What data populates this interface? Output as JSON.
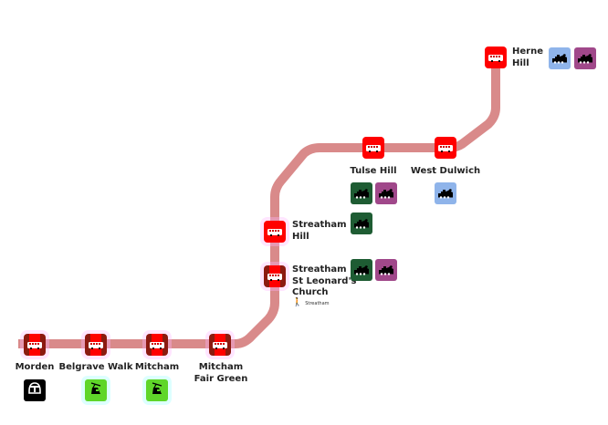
{
  "diagram": {
    "line_color": "#d98a8a",
    "stop_color": "#ff0000",
    "stops": [
      {
        "id": "herne-hill",
        "name_lines": [
          "Herne",
          "Hill"
        ],
        "connections": [
          "rail-blue",
          "rail-purple"
        ]
      },
      {
        "id": "west-dulwich",
        "name_lines": [
          "West Dulwich"
        ],
        "connections": [
          "rail-blue"
        ]
      },
      {
        "id": "tulse-hill",
        "name_lines": [
          "Tulse Hill"
        ],
        "connections": [
          "rail-green",
          "rail-purple"
        ]
      },
      {
        "id": "streatham-hill",
        "name_lines": [
          "Streatham",
          "Hill"
        ],
        "connections": [
          "rail-green"
        ]
      },
      {
        "id": "streatham-st-leonards",
        "name_lines": [
          "Streatham",
          "St Leonard's",
          "Church"
        ],
        "connections": [
          "rail-green",
          "rail-purple"
        ],
        "walk_to": "Streatham"
      },
      {
        "id": "mitcham-fair-green",
        "name_lines": [
          "Mitcham",
          "Fair Green"
        ],
        "connections": []
      },
      {
        "id": "mitcham",
        "name_lines": [
          "Mitcham"
        ],
        "connections": [
          "tram"
        ]
      },
      {
        "id": "belgrave-walk",
        "name_lines": [
          "Belgrave Walk"
        ],
        "connections": [
          "tram"
        ]
      },
      {
        "id": "morden",
        "name_lines": [
          "Morden"
        ],
        "connections": [
          "underground"
        ]
      }
    ],
    "connection_colors": {
      "rail-blue": "#8fb4ea",
      "rail-purple": "#a0488a",
      "rail-green": "#1e5c33",
      "tram": "#5fd62a",
      "underground": "#000000"
    }
  }
}
